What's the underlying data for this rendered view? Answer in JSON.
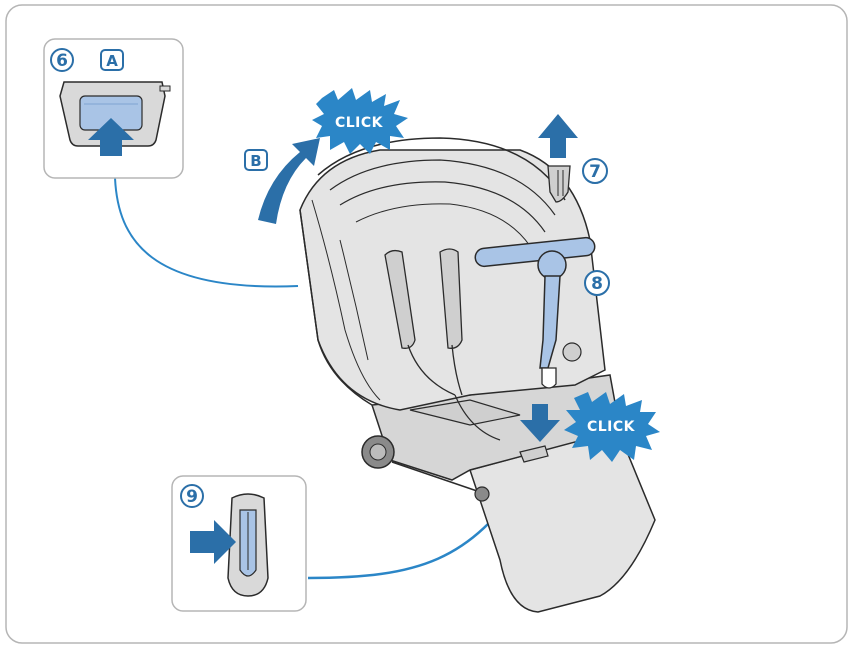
{
  "steps": {
    "s6": "6",
    "s7": "7",
    "s8": "8",
    "s9": "9"
  },
  "letters": {
    "a": "A",
    "b": "B"
  },
  "callouts": {
    "click_top": "CLICK",
    "click_bottom": "CLICK"
  },
  "colors": {
    "accent_blue": "#2b6fa8",
    "light_blue": "#a9c4e6",
    "frame_gray": "#b5b5b5",
    "seat_gray": "#e4e4e4",
    "line_dark": "#2b2b2b"
  },
  "icons": [
    "up-arrow-icon",
    "right-arrow-icon",
    "down-arrow-icon",
    "curved-arrow-icon",
    "starburst-icon"
  ]
}
